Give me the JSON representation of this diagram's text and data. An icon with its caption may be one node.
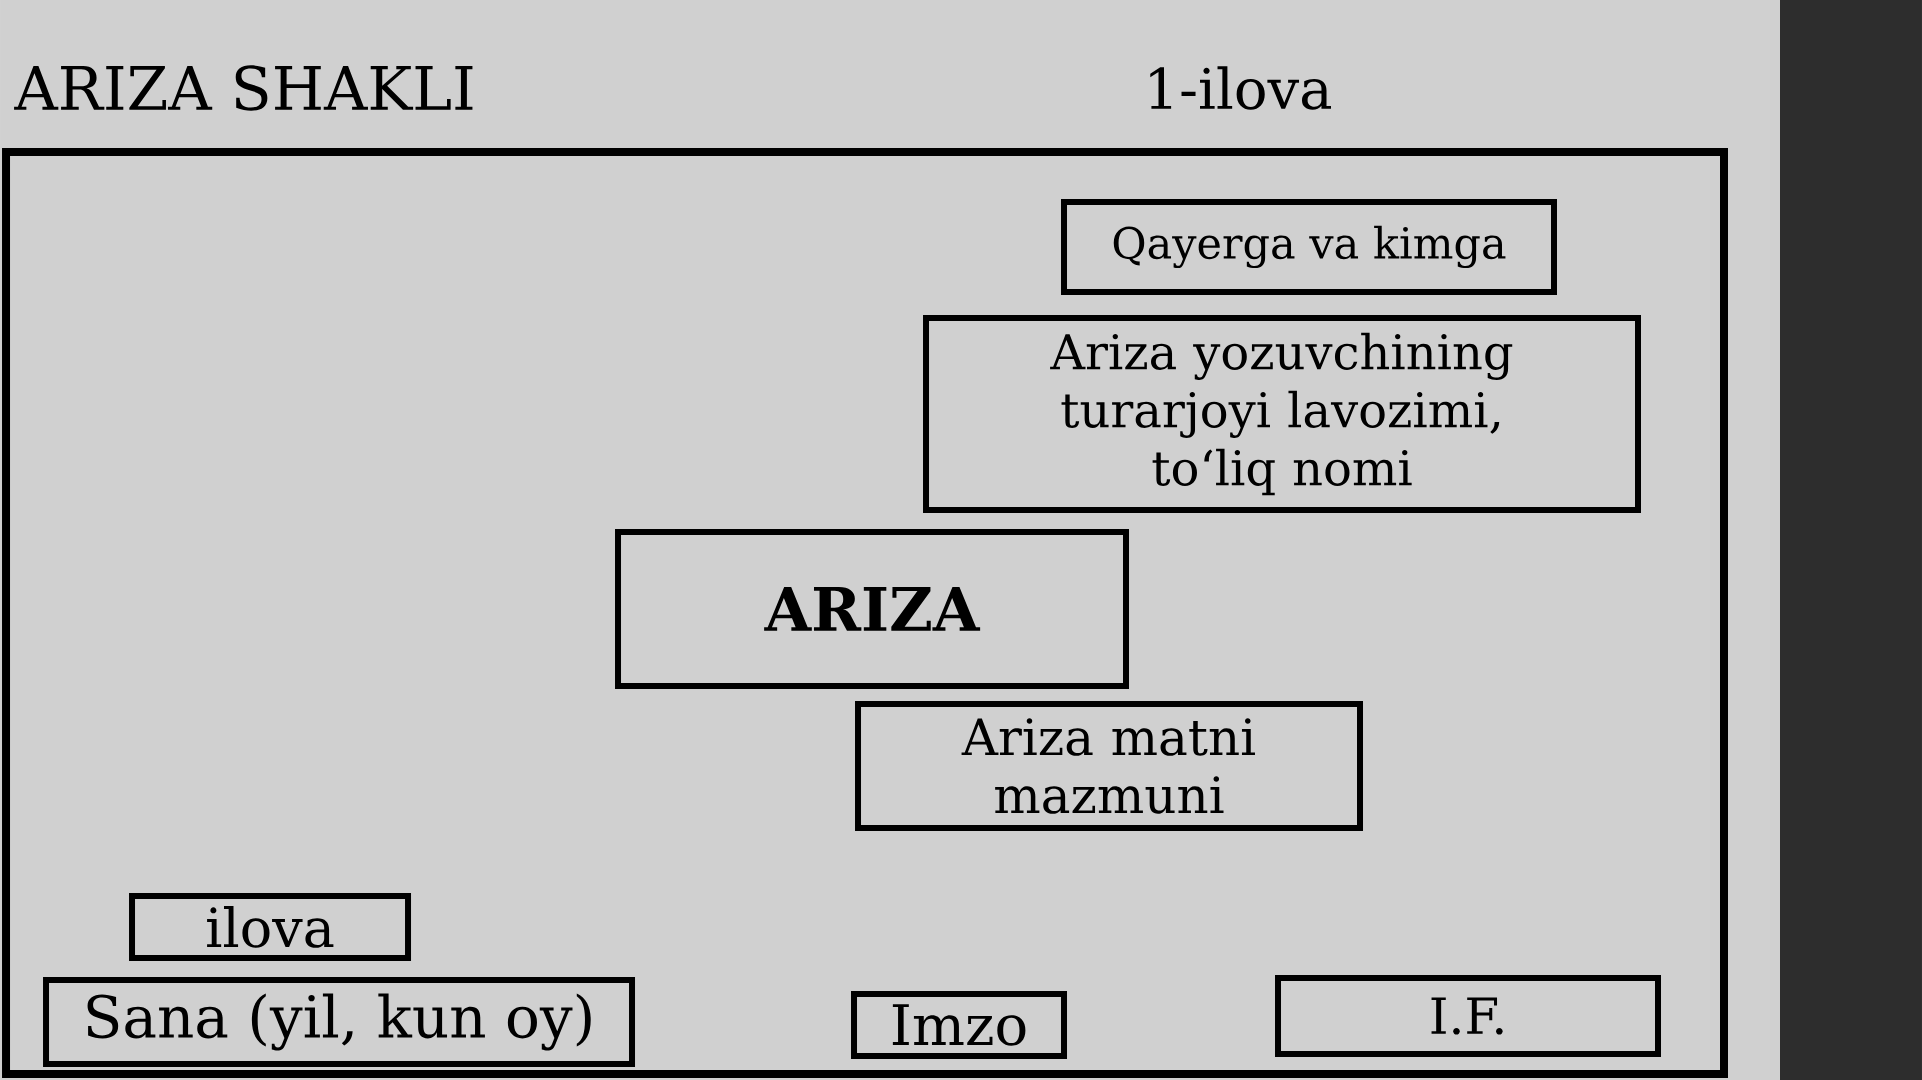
{
  "diagram": {
    "title": "ARIZA SHAKLI",
    "nodes": [
      {
        "text": [],
        "shape": "box"
      },
      {
        "text": [
          "Qayerga va kimga"
        ],
        "in": 0
      },
      {
        "text": [
          "Ariza yozuvchining turarjoyi lavozimi, to‘liq nomi"
        ],
        "in": 0
      },
      {
        "text": [
          "ARIZA"
        ],
        "in": 0
      },
      {
        "text": [
          "Ariza matni mazmuni"
        ],
        "in": 0
      },
      {
        "text": [
          "ilova"
        ],
        "in": 0
      },
      {
        "text": [
          "Sana (yil, kun oy)"
        ],
        "in": 0
      },
      {
        "text": [
          "Imzo"
        ],
        "in": 0
      },
      {
        "text": [
          "I.F."
        ],
        "in": 0
      }
    ],
    "labels": [
      "1-ilova"
    ]
  }
}
